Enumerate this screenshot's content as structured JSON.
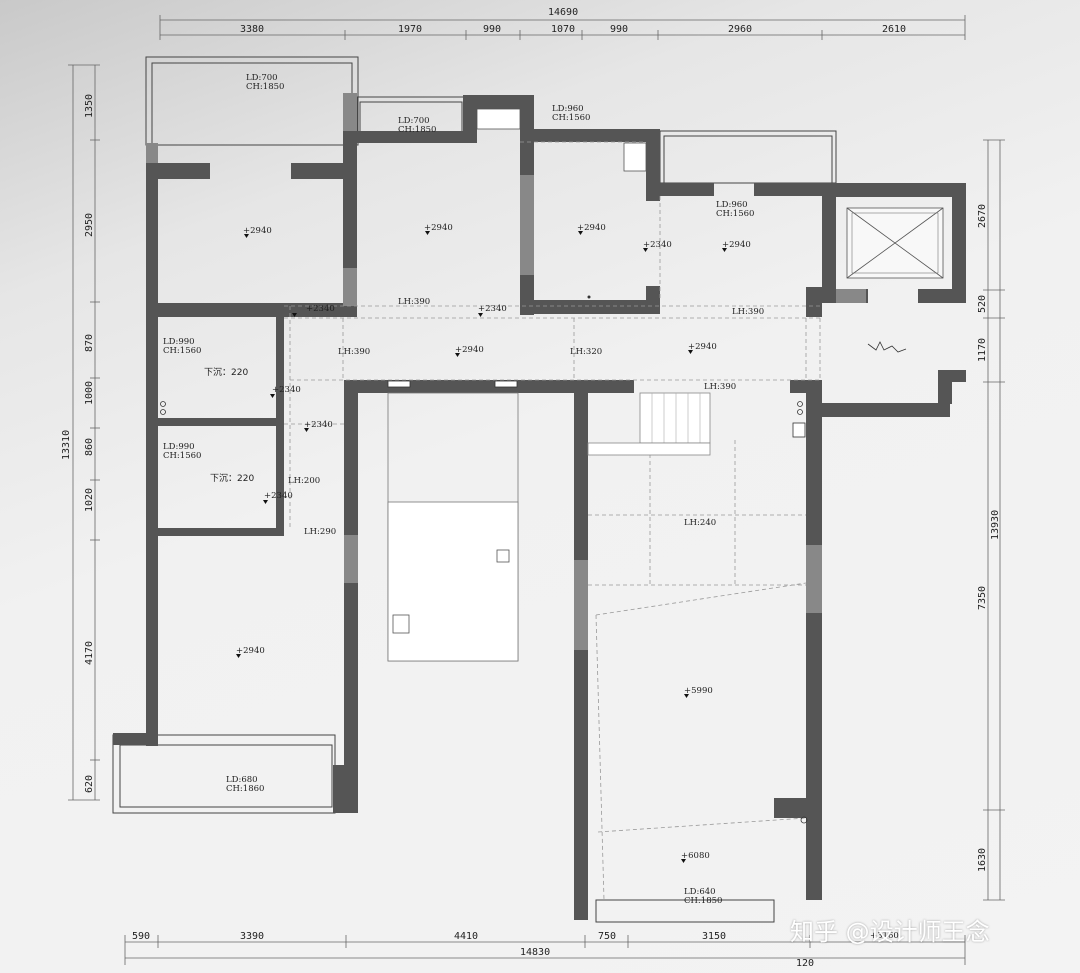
{
  "dimensions": {
    "top_total": "14690",
    "top": [
      "3380",
      "1970",
      "990",
      "1070",
      "990",
      "2960",
      "2610"
    ],
    "left_total": "13310",
    "left": [
      "1350",
      "2950",
      "870",
      "1000",
      "860",
      "1020",
      "4170",
      "620"
    ],
    "right_total": "13930",
    "right": [
      "2670",
      "520",
      "1170",
      "7350",
      "1630"
    ],
    "bottom_total": "14830",
    "bottom": [
      "590",
      "3390",
      "4410",
      "750",
      "3150"
    ],
    "bottom_extra": "120"
  },
  "labels": {
    "ld700_a": "LD:700",
    "ch1850_a": "CH:1850",
    "ld700_b": "LD:700",
    "ch1850_b": "CH:1850",
    "ld960_a": "LD:960",
    "ch1560_a": "CH:1560",
    "ld960_b": "LD:960",
    "ch1560_b": "CH:1560",
    "ld990_a": "LD:990",
    "ch1560_c": "CH:1560",
    "ld990_b": "LD:990",
    "ch1560_d": "CH:1560",
    "ld680": "LD:680",
    "ch1860": "CH:1860",
    "ld640": "LD:640",
    "ch1850_c": "CH:1850",
    "lh390_a": "LH:390",
    "lh390_b": "LH:390",
    "lh390_c": "LH:390",
    "lh390_d": "LH:390",
    "lh320": "LH:320",
    "lh200": "LH:200",
    "lh290": "LH:290",
    "lh240": "LH:240",
    "sink_a": "下沉：220",
    "sink_b": "下沉：220",
    "el_2940_a": "+2940",
    "el_2940_b": "+2940",
    "el_2940_c": "+2940",
    "el_2940_d": "+2940",
    "el_2940_e": "+2940",
    "el_2940_f": "+2940",
    "el_2940_g": "+2940",
    "el_2340_a": "+2340",
    "el_2340_b": "+2340",
    "el_2340_c": "+2340",
    "el_2340_d": "+2340",
    "el_2340_e": "+2340",
    "el_2340_f": "+2340",
    "el_5990": "+5990",
    "el_6080": "+6080",
    "small_mark": "+3160"
  },
  "watermark": "知乎 @设计师王念"
}
